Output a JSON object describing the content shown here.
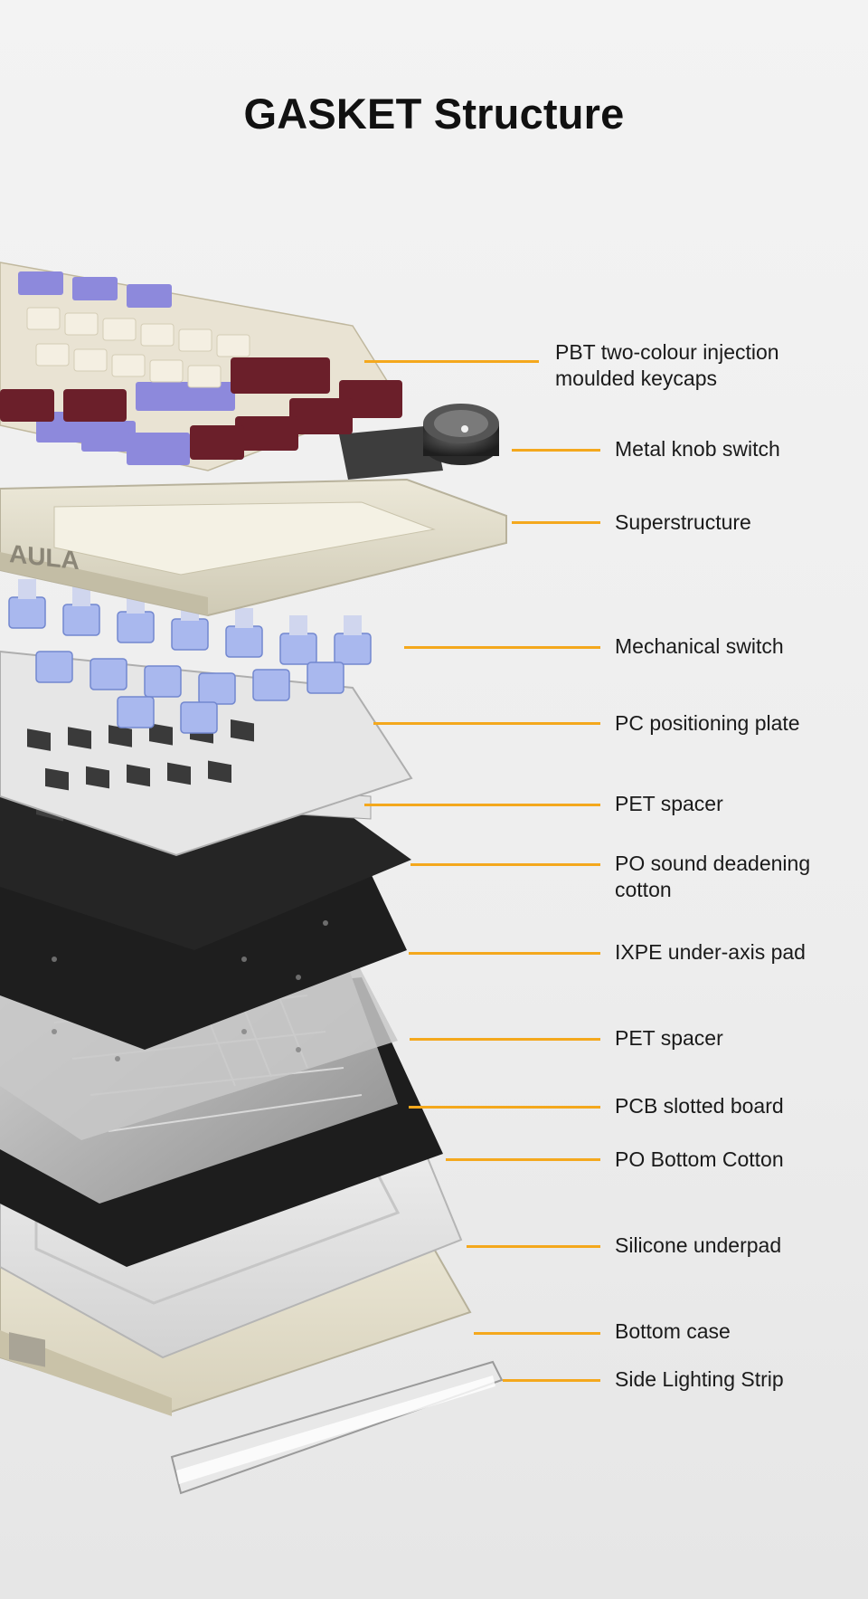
{
  "title": "GASKET Structure",
  "colors": {
    "accent": "#f4a81d",
    "text": "#1a1a1a"
  },
  "brand_mark": "AULA",
  "layers": [
    {
      "name": "PBT two-colour injection moulded keycaps",
      "lines": [
        "PBT two-colour injection",
        "moulded keycaps"
      ]
    },
    {
      "name": "Metal knob switch",
      "lines": [
        "Metal knob switch"
      ]
    },
    {
      "name": "Superstructure",
      "lines": [
        "Superstructure"
      ]
    },
    {
      "name": "Mechanical switch",
      "lines": [
        "Mechanical switch"
      ]
    },
    {
      "name": "PC positioning plate",
      "lines": [
        "PC positioning plate"
      ]
    },
    {
      "name": "PET spacer",
      "lines": [
        "PET spacer"
      ]
    },
    {
      "name": "PO sound deadening cotton",
      "lines": [
        "PO sound deadening",
        "cotton"
      ]
    },
    {
      "name": "IXPE under-axis pad",
      "lines": [
        "IXPE under-axis pad"
      ]
    },
    {
      "name": "PET spacer",
      "lines": [
        "PET spacer"
      ]
    },
    {
      "name": "PCB slotted board",
      "lines": [
        "PCB slotted board"
      ]
    },
    {
      "name": "PO Bottom Cotton",
      "lines": [
        "PO Bottom Cotton"
      ]
    },
    {
      "name": "Silicone underpad",
      "lines": [
        "Silicone underpad"
      ]
    },
    {
      "name": "Bottom case",
      "lines": [
        "Bottom case"
      ]
    },
    {
      "name": "Side Lighting Strip",
      "lines": [
        "Side Lighting Strip"
      ]
    }
  ]
}
